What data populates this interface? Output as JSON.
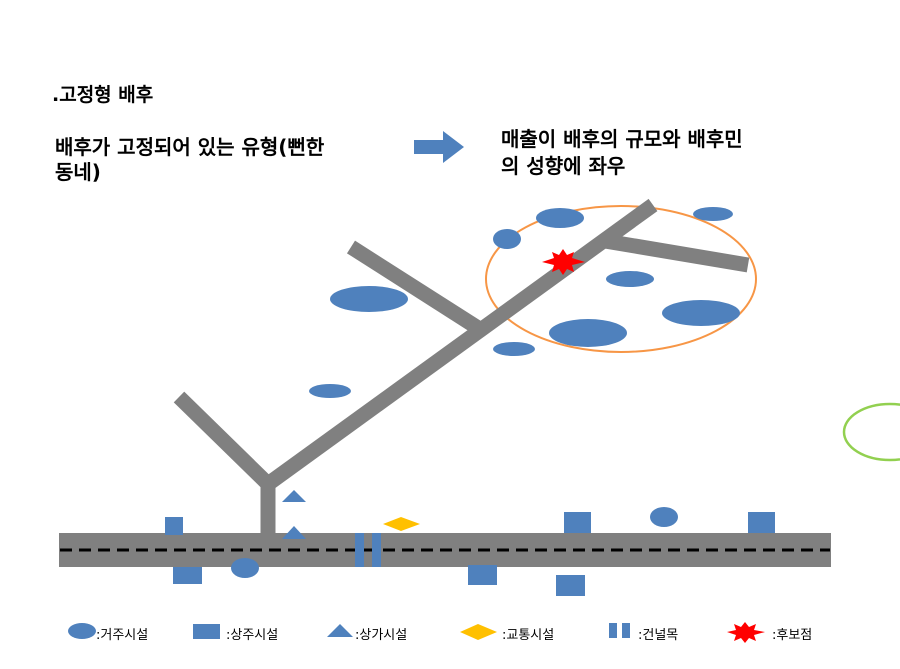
{
  "title": ".고정형 배후",
  "description": {
    "left_line1": "배후가 고정되어 있는 유형(뻔한",
    "left_line2": "동네)",
    "right_line1": "매출이 배후의 규모와 배후민",
    "right_line2": "의 성향에 좌우"
  },
  "legend": [
    {
      "label": ":거주시설",
      "icon": "ellipse-icon"
    },
    {
      "label": ":상주시설",
      "icon": "square-icon"
    },
    {
      "label": ":상가시설",
      "icon": "triangle-icon"
    },
    {
      "label": ":교통시설",
      "icon": "diamond-icon"
    },
    {
      "label": ":건널목",
      "icon": "double-bar-icon"
    },
    {
      "label": ":후보점",
      "icon": "star-burst-icon"
    }
  ],
  "colors": {
    "road": "#808080",
    "facility": "#4f81bd",
    "transit": "#ffc000",
    "candidate": "#ff0000",
    "trade_area": "#f79646",
    "green_circle": "#92d050",
    "arrow": "#4f81bd"
  }
}
